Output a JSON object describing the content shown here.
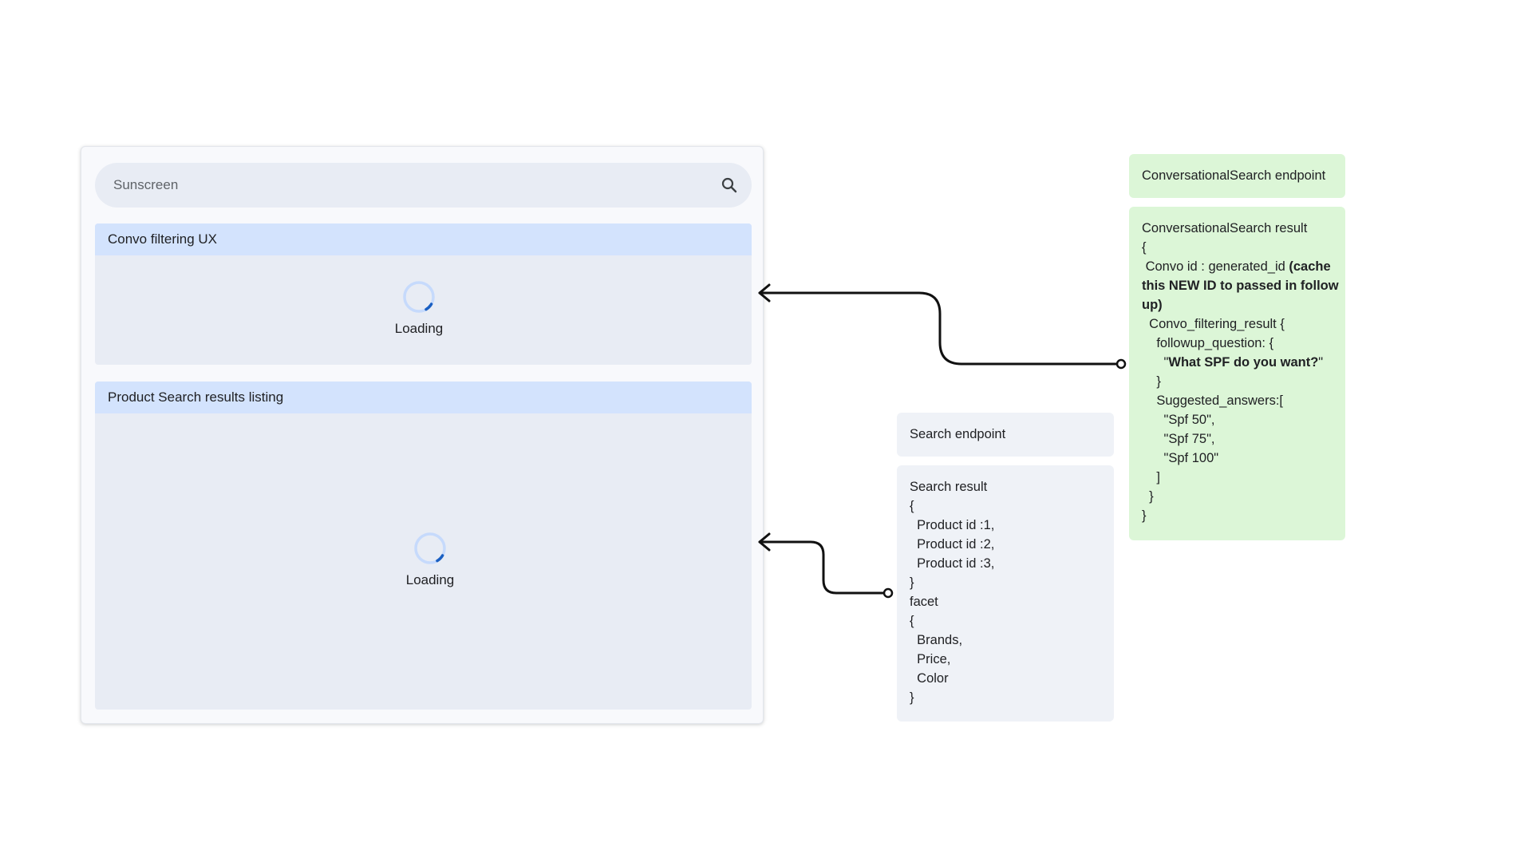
{
  "search": {
    "value": "Sunscreen",
    "icon": "search-icon"
  },
  "convo_panel": {
    "title": "Convo filtering UX",
    "loading_label": "Loading"
  },
  "product_panel": {
    "title": "Product Search results listing",
    "loading_label": "Loading"
  },
  "search_endpoint": {
    "title": "Search endpoint",
    "result_lines": [
      "Search result",
      "{",
      "  Product id :1,",
      "  Product id :2,",
      "  Product id :3,",
      "}",
      "facet",
      "{",
      "  Brands,",
      "  Price,",
      "  Color",
      "}"
    ]
  },
  "convo_endpoint": {
    "title": "ConversationalSearch endpoint",
    "result_lines": [
      {
        "text": "ConversationalSearch result"
      },
      {
        "text": "{"
      },
      {
        "text": " Convo id : generated_id ",
        "bold": "(cache"
      },
      {
        "text": "",
        "bold": "this NEW ID to passed in follow"
      },
      {
        "text": "",
        "bold": "up)"
      },
      {
        "text": "  Convo_filtering_result {"
      },
      {
        "text": "    followup_question: {"
      },
      {
        "text": "      \"",
        "bold": "What SPF do you want?",
        "after": "\""
      },
      {
        "text": "    }"
      },
      {
        "text": "    Suggested_answers:["
      },
      {
        "text": "      \"Spf 50\","
      },
      {
        "text": "      \"Spf 75\","
      },
      {
        "text": "      \"Spf 100\""
      },
      {
        "text": "    ]"
      },
      {
        "text": "  }"
      },
      {
        "text": "}"
      }
    ]
  },
  "colors": {
    "search_bar": "#e8ecf4",
    "panel_header": "#d3e3fd",
    "grey_card": "#eff2f7",
    "green_card": "#dcf6d7",
    "spinner": "#1a5fc2"
  }
}
